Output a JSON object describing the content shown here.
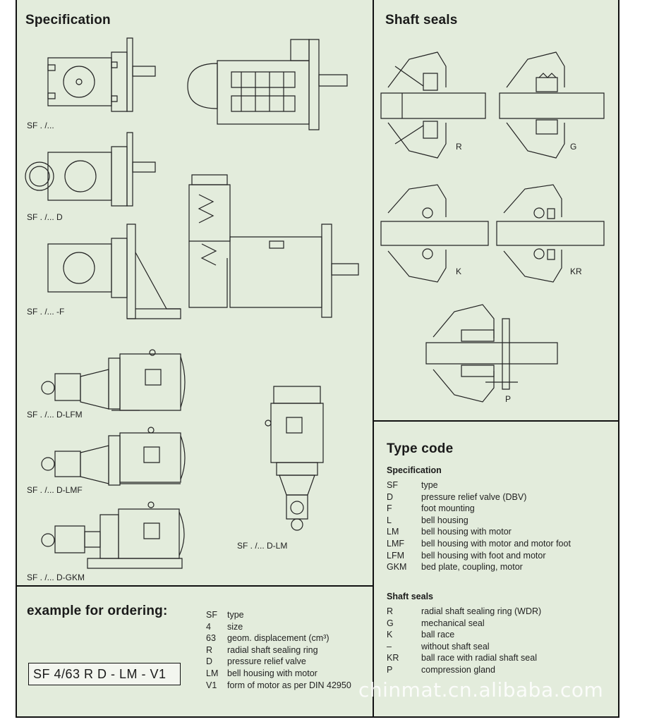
{
  "left_section": {
    "title": "Specification",
    "labels": [
      "SF . /...",
      "SF . /... D",
      "SF . /... -F",
      "SF . /... D-LFM",
      "SF . /... D-LMF",
      "SF . /... D-GKM",
      "SF . /... D-LM"
    ]
  },
  "shaft_seals_section": {
    "title": "Shaft seals",
    "labels": [
      "R",
      "G",
      "K",
      "KR",
      "P"
    ]
  },
  "ordering": {
    "title": "example for ordering:",
    "code": "SF 4/63 R D - LM - V1",
    "rows": [
      {
        "k": "SF",
        "v": "type"
      },
      {
        "k": "4",
        "v": "size"
      },
      {
        "k": "63",
        "v": "geom. displacement (cm³)"
      },
      {
        "k": "R",
        "v": "radial shaft sealing ring"
      },
      {
        "k": "D",
        "v": "pressure relief valve"
      },
      {
        "k": "LM",
        "v": "bell housing with motor"
      },
      {
        "k": "V1",
        "v": "form of motor as per DIN 42950"
      }
    ]
  },
  "type_code": {
    "title": "Type code",
    "spec_heading": "Specification",
    "spec_rows": [
      {
        "k": "SF",
        "v": "type"
      },
      {
        "k": "D",
        "v": "pressure relief valve (DBV)"
      },
      {
        "k": "F",
        "v": "foot mounting"
      },
      {
        "k": "L",
        "v": "bell housing"
      },
      {
        "k": "LM",
        "v": "bell housing with motor"
      },
      {
        "k": "LMF",
        "v": "bell housing with motor and motor foot"
      },
      {
        "k": "LFM",
        "v": "bell housing with foot and motor"
      },
      {
        "k": "GKM",
        "v": "bed plate, coupling, motor"
      }
    ],
    "seal_heading": "Shaft seals",
    "seal_rows": [
      {
        "k": "R",
        "v": "radial shaft sealing ring (WDR)"
      },
      {
        "k": "G",
        "v": "mechanical seal"
      },
      {
        "k": "K",
        "v": "ball race"
      },
      {
        "k": "–",
        "v": "without shaft seal"
      },
      {
        "k": "KR",
        "v": "ball race with radial shaft seal"
      },
      {
        "k": "P",
        "v": "compression gland"
      }
    ]
  },
  "watermark": "chinmat.cn.alibaba.com"
}
